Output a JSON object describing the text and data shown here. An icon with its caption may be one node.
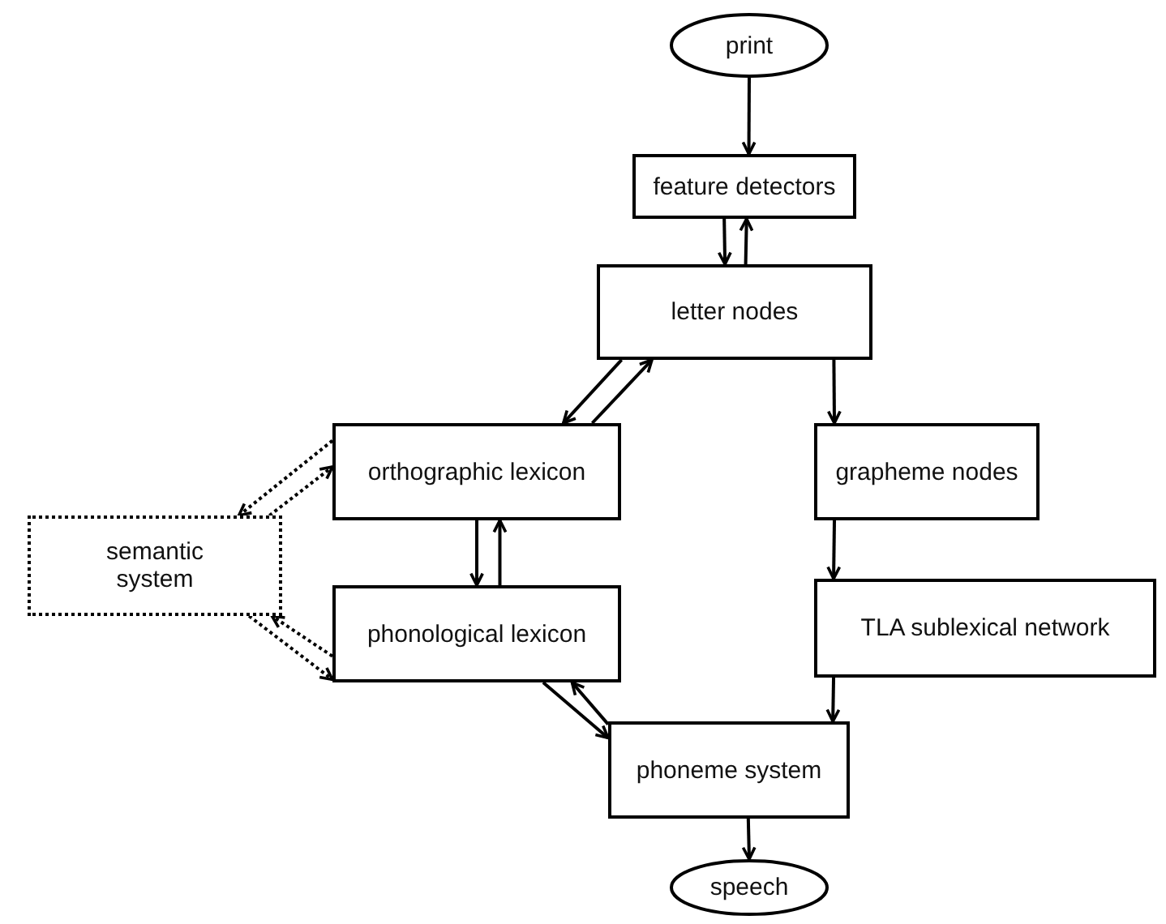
{
  "diagram": {
    "nodes": [
      {
        "text": [
          "print"
        ]
      },
      {
        "text": [
          "feature detectors"
        ]
      },
      {
        "text": [
          "letter nodes"
        ]
      },
      {
        "text": [
          "orthographic lexicon"
        ]
      },
      {
        "text": [
          "grapheme nodes"
        ]
      },
      {
        "text": [
          "semantic system"
        ]
      },
      {
        "text": [
          "phonological lexicon"
        ]
      },
      {
        "text": [
          "TLA sublexical network"
        ]
      },
      {
        "text": [
          "phoneme system"
        ]
      },
      {
        "text": [
          "speech"
        ]
      }
    ],
    "edges": [
      {
        "from": 0,
        "to": 1,
        "arrow": "to"
      },
      {
        "from": 1,
        "to": 2,
        "arrow": "to"
      },
      {
        "from": 2,
        "to": 1,
        "arrow": "to"
      },
      {
        "from": 2,
        "to": 3,
        "arrow": "to"
      },
      {
        "from": 3,
        "to": 2,
        "arrow": "to"
      },
      {
        "from": 2,
        "to": 4,
        "arrow": "to"
      },
      {
        "from": 3,
        "to": 5,
        "arrow": "to",
        "style": "dashed"
      },
      {
        "from": 5,
        "to": 3,
        "arrow": "to",
        "style": "dashed"
      },
      {
        "from": 3,
        "to": 6,
        "arrow": "to"
      },
      {
        "from": 6,
        "to": 3,
        "arrow": "to"
      },
      {
        "from": 5,
        "to": 6,
        "arrow": "to",
        "style": "dashed"
      },
      {
        "from": 6,
        "to": 5,
        "arrow": "to",
        "style": "dashed"
      },
      {
        "from": 4,
        "to": 7,
        "arrow": "to"
      },
      {
        "from": 7,
        "to": 8,
        "arrow": "to"
      },
      {
        "from": 6,
        "to": 8,
        "arrow": "to"
      },
      {
        "from": 8,
        "to": 6,
        "arrow": "to"
      },
      {
        "from": 8,
        "to": 9,
        "arrow": "to"
      }
    ]
  }
}
